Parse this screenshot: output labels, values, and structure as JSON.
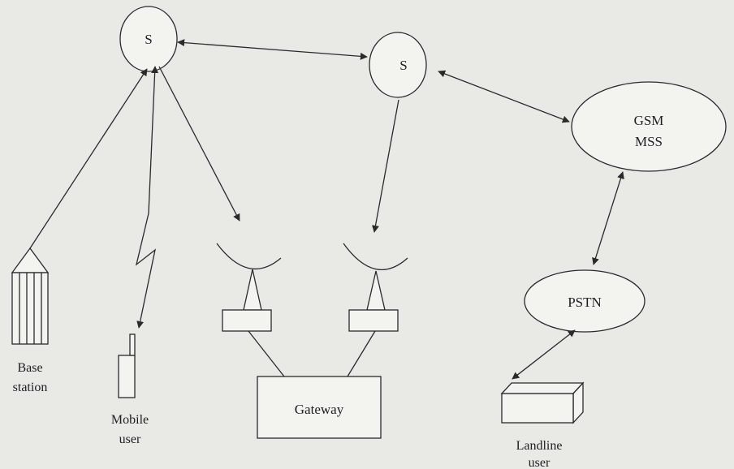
{
  "labels": {
    "sat1": "S",
    "sat2": "S",
    "gsm_line1": "GSM",
    "gsm_line2": "MSS",
    "pstn": "PSTN",
    "gateway": "Gateway",
    "base_line1": "Base",
    "base_line2": "station",
    "mobile_line1": "Mobile",
    "mobile_line2": "user",
    "landline_line1": "Landline",
    "landline_line2": "user"
  }
}
